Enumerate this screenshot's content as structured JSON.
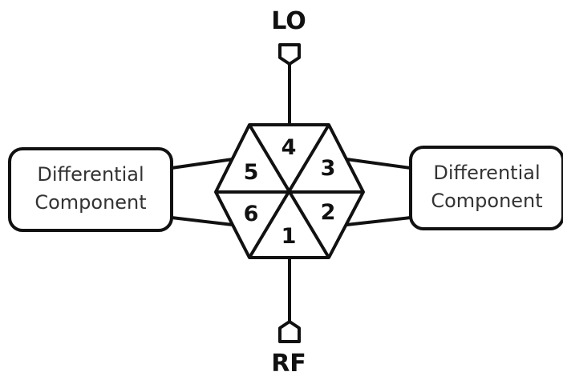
{
  "ports": {
    "top": "LO",
    "bottom": "RF"
  },
  "segments": [
    "1",
    "2",
    "3",
    "4",
    "5",
    "6"
  ],
  "left_component": {
    "line1": "Differential",
    "line2": "Component"
  },
  "right_component": {
    "line1": "Differential",
    "line2": "Component"
  },
  "colors": {
    "stroke": "#111111",
    "text": "#333333",
    "background": "#ffffff"
  }
}
